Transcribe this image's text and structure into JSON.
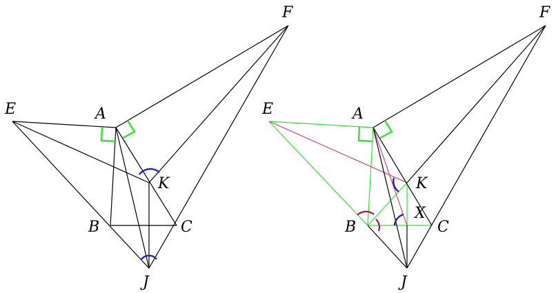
{
  "colors": {
    "line": "#000000",
    "highlight": "#22ee22",
    "accent_pink": "#cc3377",
    "angle_blue": "#1f1fd6",
    "angle_red": "#aa1144"
  },
  "left_figure": {
    "labels": {
      "A": "A",
      "B": "B",
      "C": "C",
      "E": "E",
      "F": "F",
      "J": "J",
      "K": "K"
    }
  },
  "right_figure": {
    "labels": {
      "A": "A",
      "B": "B",
      "C": "C",
      "E": "E",
      "F": "F",
      "J": "J",
      "K": "K",
      "X": "X"
    }
  }
}
